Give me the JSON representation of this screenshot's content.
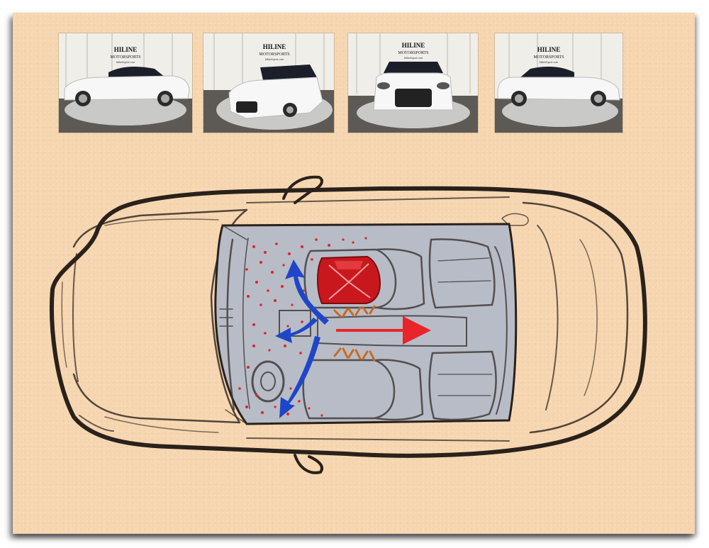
{
  "photos": [
    {
      "view": "side-left",
      "sign_line1": "HILINE",
      "sign_line2": "MOTORSPORTS",
      "sign_line3": "hilinelsport.com"
    },
    {
      "view": "front-three-quarter",
      "sign_line1": "HILINE",
      "sign_line2": "MOTORSPORTS",
      "sign_line3": "hilinelsport.com"
    },
    {
      "view": "front",
      "sign_line1": "HILINE",
      "sign_line2": "MOTORSPORTS",
      "sign_line3": "hilinelsport.com"
    },
    {
      "view": "side-right",
      "sign_line1": "HILINE",
      "sign_line2": "MOTORSPORTS",
      "sign_line3": "hilinelsport.com"
    }
  ],
  "colors": {
    "board": "#f6d6b0",
    "cabin": "#b8bcc6",
    "outline": "#2a211b",
    "damage_dots": "#e0222a",
    "highlight_seat": "#c8181e",
    "flow_arrows": "#1f46c8",
    "small_arrows": "#c86a1e",
    "direction_arrow": "#e8252a",
    "car_paint": "#f4f4f4"
  },
  "icons": [
    "blue-curved-arrow-icon",
    "red-direction-arrow-icon",
    "orange-chevron-icon"
  ]
}
